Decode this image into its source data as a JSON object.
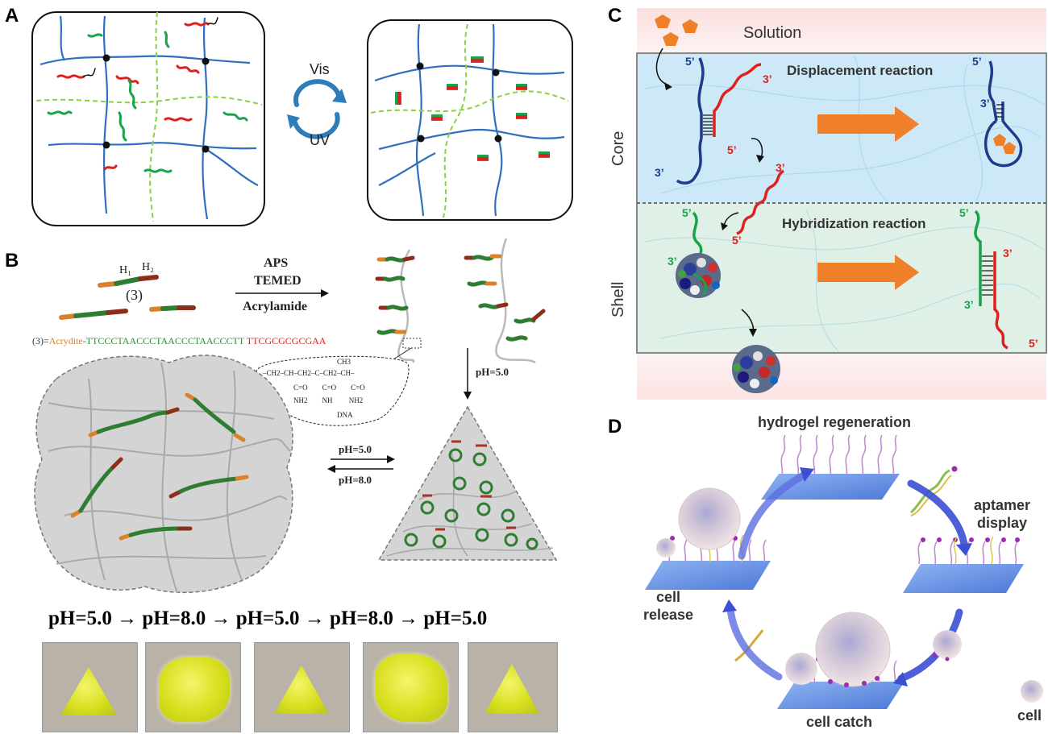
{
  "panels": {
    "a": "A",
    "b": "B",
    "c": "C",
    "d": "D"
  },
  "panel_a": {
    "vis_label": "Vis",
    "uv_label": "UV"
  },
  "panel_b": {
    "h1": "H₁",
    "h2": "H₂",
    "compound": "(3)",
    "reagent_1": "APS",
    "reagent_2": "TEMED",
    "reagent_3": "Acrylamide",
    "sequence_prefix": "(3)=",
    "sequence_acrydite": "Acrydite",
    "sequence_green": "-TTCCCTAACCCTAACCCTAACCCTT ",
    "sequence_red": "TTCGCGCGCGAA",
    "chem_line1": "CH3",
    "chem_line2": "–CH2–CH–CH2–C–CH2–CH–",
    "chem_line3": "C=O        C=O        C=O",
    "chem_line4": "NH2        NH         NH2",
    "chem_line5": "DNA",
    "ph_down": "pH=5.0",
    "ph_forward": "pH=5.0",
    "ph_back": "pH=8.0",
    "ph_sequence": "pH=5.0 → pH=8.0 → pH=5.0 → pH=8.0 → pH=5.0"
  },
  "panel_c": {
    "solution": "Solution",
    "core": "Core",
    "shell": "Shell",
    "displacement": "Displacement reaction",
    "hybridization": "Hybridization reaction",
    "p5_a": "5’",
    "p3_a": "3’",
    "p3_b": "3’",
    "p5_b": "5’",
    "p5_c": "5’",
    "p3_c": "3’",
    "p3_d": "3’",
    "p5_d": "5’",
    "p5_e": "5’",
    "p3_e": "3’",
    "p5_f": "5’",
    "p3_f": "3’",
    "p3_g": "3’",
    "p5_g": "5’"
  },
  "panel_d": {
    "regeneration": "hydrogel regeneration",
    "aptamer": "aptamer\ndisplay",
    "release": "cell\nrelease",
    "catch": "cell catch",
    "cell": "cell"
  },
  "colors": {
    "network_blue": "#2e6fc0",
    "crosslink_green": "#8ccf45",
    "strand_red": "#e0201e",
    "strand_green": "#1aa34a",
    "dna_green": "#2e7d32",
    "dna_orange": "#d9822b",
    "arrow_orange": "#f07f2a",
    "core_blue": "#cde9f7",
    "shell_green": "#dff1e6",
    "solution_pink": "#fbe0e0",
    "cycle_blue": "#4a5fd9"
  }
}
